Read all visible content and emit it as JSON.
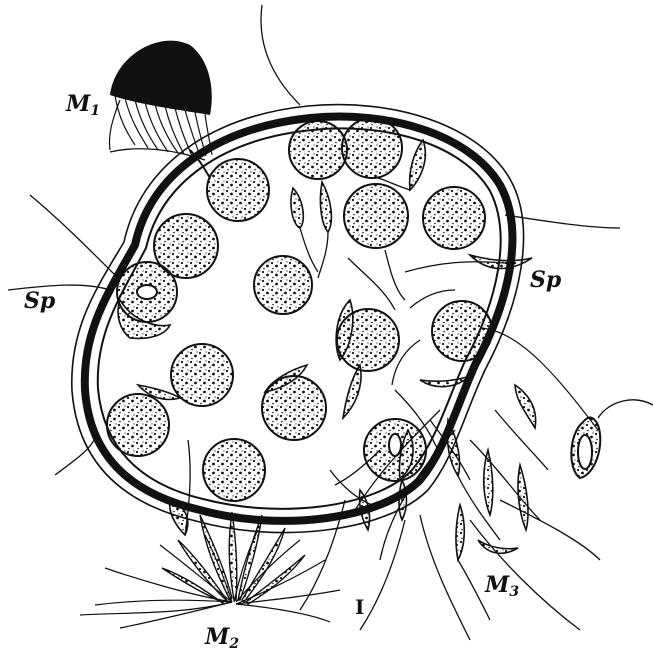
{
  "labels": {
    "m1_main": "M",
    "m1_sub": "1",
    "sp_left": "Sp",
    "sp_right": "Sp",
    "m2_main": "M",
    "m2_sub": "2",
    "m3_main": "M",
    "m3_sub": "3",
    "i": "I"
  },
  "colors": {
    "ink": "#111111",
    "paper": "#ffffff"
  }
}
